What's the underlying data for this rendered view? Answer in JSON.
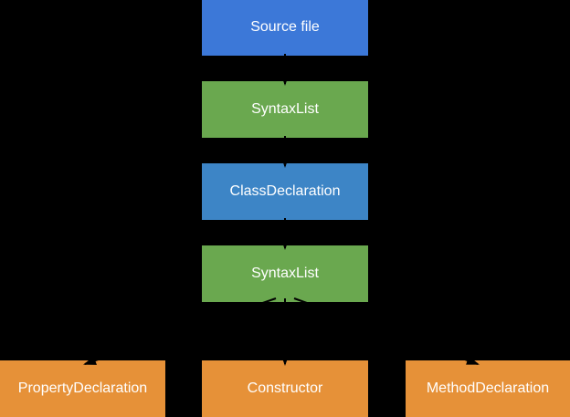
{
  "diagram": {
    "title": "syntax-tree-diagram",
    "background": "#000000",
    "text_color": "#ffffff",
    "arrow_color": "#000000",
    "nodes": [
      {
        "id": "source-file",
        "label": "Source file",
        "color": "#3c78d8"
      },
      {
        "id": "syntax-list-1",
        "label": "SyntaxList",
        "color": "#6aa84f"
      },
      {
        "id": "class-declaration",
        "label": "ClassDeclaration",
        "color": "#3d85c6"
      },
      {
        "id": "syntax-list-2",
        "label": "SyntaxList",
        "color": "#6aa84f"
      },
      {
        "id": "property-declaration",
        "label": "PropertyDeclaration",
        "color": "#e69138"
      },
      {
        "id": "constructor",
        "label": "Constructor",
        "color": "#e69138"
      },
      {
        "id": "method-declaration",
        "label": "MethodDeclaration",
        "color": "#e69138"
      }
    ],
    "edges": [
      {
        "from": "source-file",
        "to": "syntax-list-1"
      },
      {
        "from": "syntax-list-1",
        "to": "class-declaration"
      },
      {
        "from": "class-declaration",
        "to": "syntax-list-2"
      },
      {
        "from": "syntax-list-2",
        "to": "property-declaration"
      },
      {
        "from": "syntax-list-2",
        "to": "constructor"
      },
      {
        "from": "syntax-list-2",
        "to": "method-declaration"
      }
    ]
  }
}
